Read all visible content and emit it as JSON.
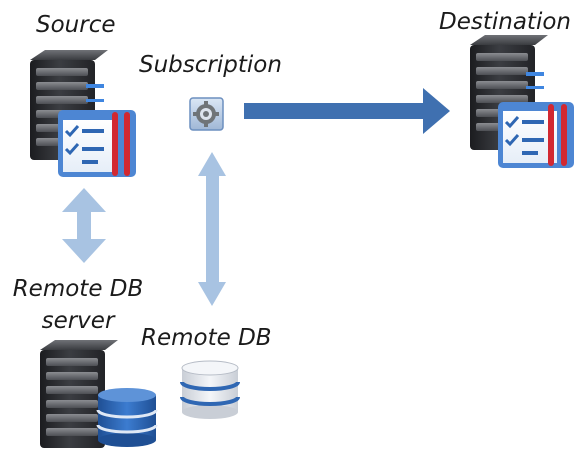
{
  "diagram": {
    "nodes": {
      "source": {
        "label": "Source",
        "icon": "server-with-checklist-icon"
      },
      "destination": {
        "label": "Destination",
        "icon": "server-with-checklist-icon"
      },
      "subscription": {
        "label": "Subscription",
        "icon": "gear-document-icon"
      },
      "remote_db_server": {
        "label_line1": "Remote DB",
        "label_line2": "server",
        "icon": "server-with-database-icon"
      },
      "remote_db": {
        "label": "Remote DB",
        "icon": "database-icon"
      }
    },
    "edges": [
      {
        "from": "subscription",
        "to": "destination",
        "direction": "one-way"
      },
      {
        "from": "source",
        "to": "remote_db_server",
        "direction": "two-way"
      },
      {
        "from": "subscription",
        "to": "remote_db",
        "direction": "two-way"
      }
    ],
    "colors": {
      "arrow_dark": "#3f70b0",
      "arrow_light": "#a8c3e2",
      "server_body": "#2d2f33",
      "checklist_blue": "#4d86d3",
      "checklist_red": "#d22831",
      "database_blue": "#2f67b3"
    }
  }
}
